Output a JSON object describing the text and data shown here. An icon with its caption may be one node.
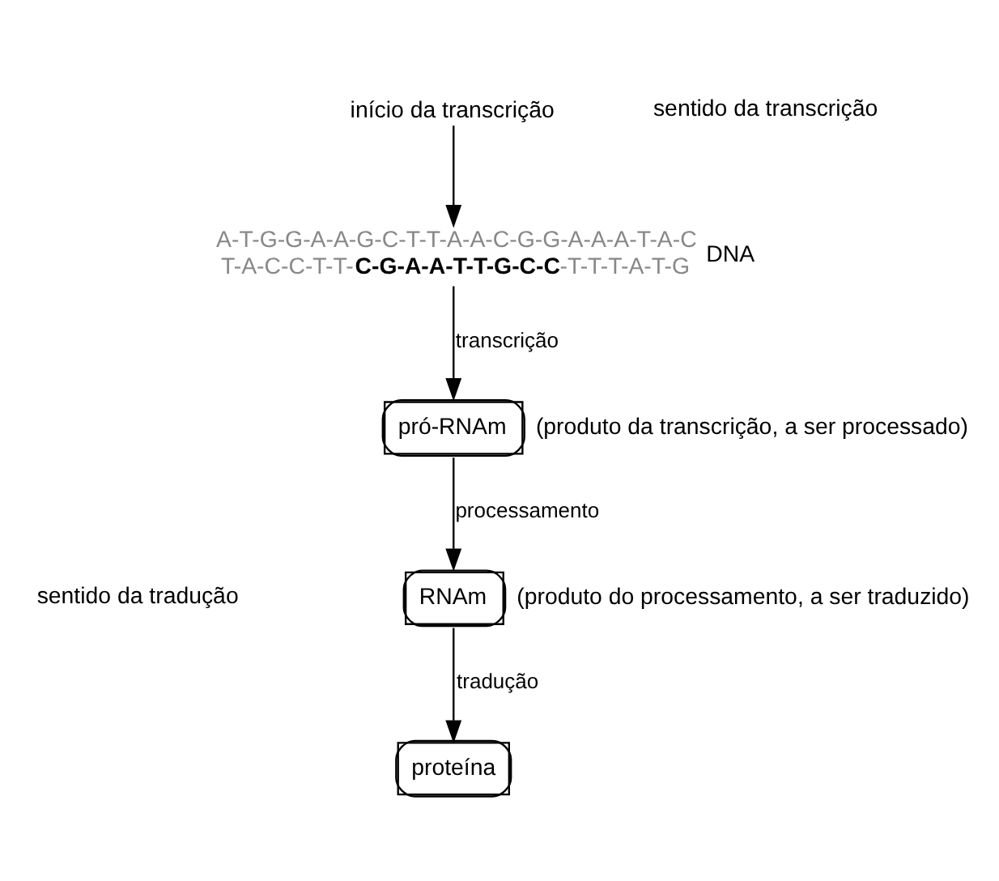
{
  "diagram": {
    "nodes": [
      {
        "text": [
          "A-T-G-G-A-A-G-C-T-T-A-A-C-G-G-A-A-A-T-A-C",
          "T-A-C-C-T-T-**C-G-A-A-T-T-G-C-C**-T-T-T-A-T-G"
        ],
        "beside": [
          "DNA"
        ]
      },
      {
        "text": [
          "pró-RNAm"
        ],
        "beside": [
          "(produto da transcrição, a ser processado)"
        ]
      },
      {
        "text": [
          "RNAm"
        ],
        "beside": [
          "(produto do processamento, a ser traduzido)"
        ]
      },
      {
        "text": [
          "proteína"
        ]
      },
      {
        "text": [
          "início da transcrição"
        ]
      }
    ],
    "edges": [
      {
        "from": 4,
        "to": 0,
        "arrow": "to"
      },
      {
        "from": 0,
        "to": 1,
        "arrow": "to",
        "label": "transcrição"
      },
      {
        "from": 1,
        "to": 2,
        "arrow": "to",
        "label": "processamento"
      },
      {
        "from": 2,
        "to": 3,
        "arrow": "to",
        "label": "tradução"
      }
    ],
    "labels": [
      "sentido da transcrição",
      "sentido da tradução"
    ]
  }
}
